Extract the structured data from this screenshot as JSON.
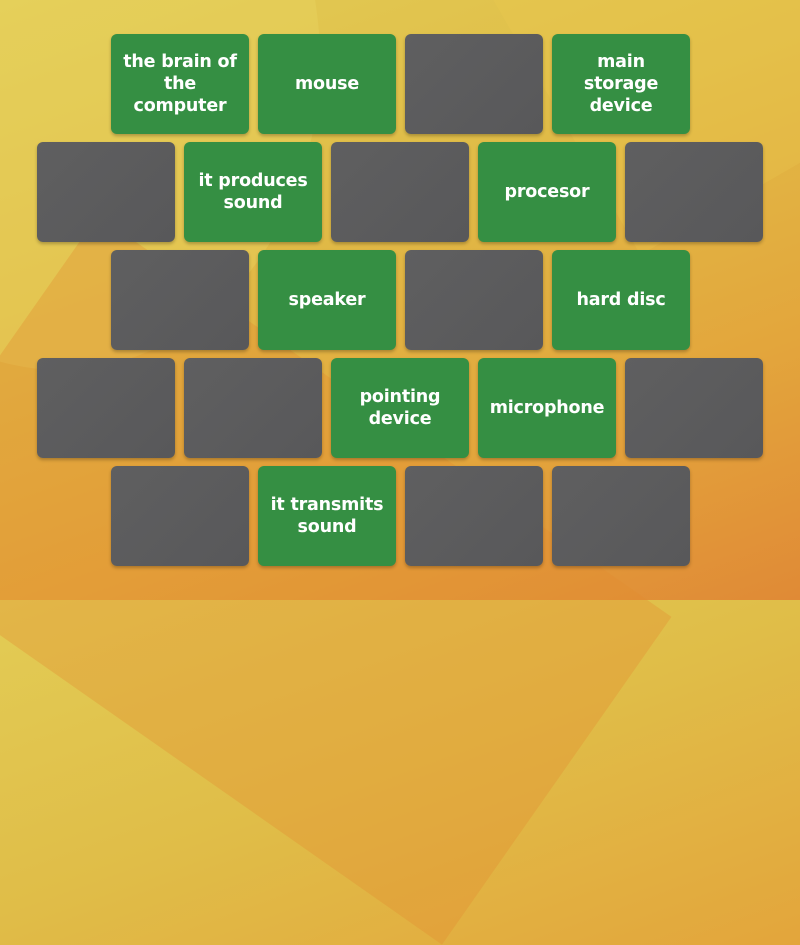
{
  "game": {
    "type": "matching-pairs",
    "colors": {
      "revealed_tile": "#358f43",
      "hidden_tile": "#5c5c5d",
      "text": "#ffffff",
      "background_top": "#e2cc55",
      "background_bottom": "#e08a36"
    },
    "rows": [
      {
        "tiles": [
          {
            "state": "revealed",
            "label": "the brain of the computer"
          },
          {
            "state": "revealed",
            "label": "mouse"
          },
          {
            "state": "hidden",
            "label": ""
          },
          {
            "state": "revealed",
            "label": "main storage device"
          }
        ]
      },
      {
        "tiles": [
          {
            "state": "hidden",
            "label": ""
          },
          {
            "state": "revealed",
            "label": "it produces sound"
          },
          {
            "state": "hidden",
            "label": ""
          },
          {
            "state": "revealed",
            "label": "procesor"
          },
          {
            "state": "hidden",
            "label": ""
          }
        ]
      },
      {
        "tiles": [
          {
            "state": "hidden",
            "label": ""
          },
          {
            "state": "revealed",
            "label": "speaker"
          },
          {
            "state": "hidden",
            "label": ""
          },
          {
            "state": "revealed",
            "label": "hard disc"
          }
        ]
      },
      {
        "tiles": [
          {
            "state": "hidden",
            "label": ""
          },
          {
            "state": "hidden",
            "label": ""
          },
          {
            "state": "revealed",
            "label": "pointing device"
          },
          {
            "state": "revealed",
            "label": "microphone"
          },
          {
            "state": "hidden",
            "label": ""
          }
        ]
      },
      {
        "tiles": [
          {
            "state": "hidden",
            "label": ""
          },
          {
            "state": "revealed",
            "label": "it transmits sound"
          },
          {
            "state": "hidden",
            "label": ""
          },
          {
            "state": "hidden",
            "label": ""
          }
        ]
      }
    ]
  }
}
